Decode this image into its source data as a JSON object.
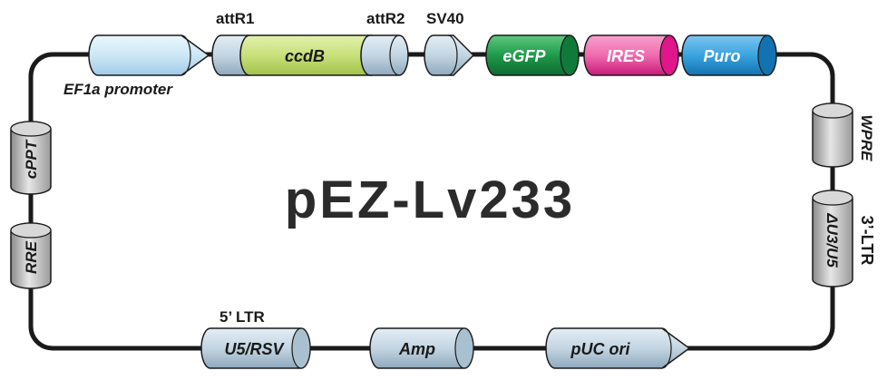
{
  "title": "pEZ-Lv233",
  "features": {
    "ef1a": "EF1a promoter",
    "attr1": "attR1",
    "ccdb": "ccdB",
    "attr2": "attR2",
    "sv40": "SV40",
    "egfp": "eGFP",
    "ires": "IRES",
    "puro": "Puro",
    "wpre": "WPRE",
    "ltr3": "3’-LTR",
    "du3u5": "ΔU3/U5",
    "puc": "pUC ori",
    "amp": "Amp",
    "ltr5": "5’ LTR",
    "u5rsv": "U5/RSV",
    "rre": "RRE",
    "cppt": "cPPT"
  },
  "colors": {
    "blue_light": "#cfe8f6",
    "green_light": "#c8e07a",
    "egfp": "#1e9a4a",
    "ires": "#e21a8c",
    "puro": "#1e8ed6",
    "gray": "#b8b8b8",
    "steel": "#c3d5e2",
    "backbone": "#1a1a1a"
  }
}
